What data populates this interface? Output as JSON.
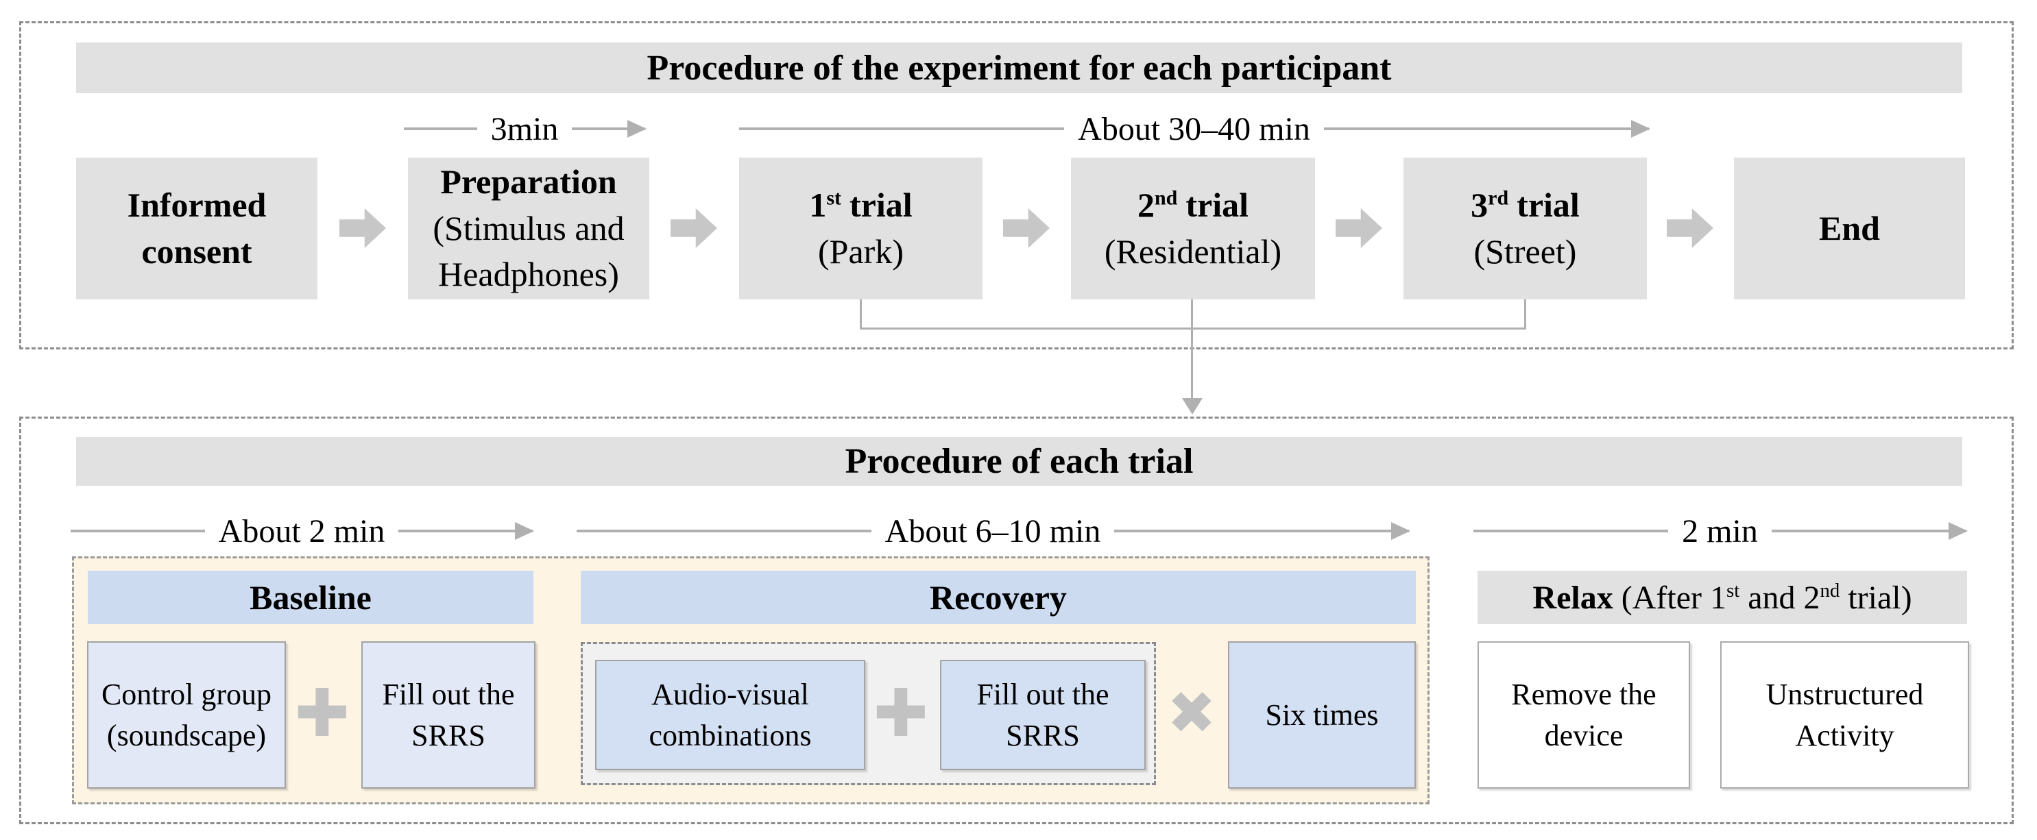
{
  "colors": {
    "gray_fill": "#E1E1E1",
    "blue_header": "#CDDBF0",
    "blue_box_light": "#E2E8F6",
    "blue_box": "#D3DFF2",
    "beige_fill": "#FDF4E3",
    "inner_gray_fill": "#F1F1F1",
    "arrow_gray": "#C7C7C7",
    "operator_gray": "#C2C2C2",
    "line_gray": "#B0B0B0",
    "border_gray": "#A3A3A3",
    "dash_gray": "#8C8C8C",
    "text": "#000000"
  },
  "experiment": {
    "title": "Procedure of the experiment for each participant",
    "timing": [
      {
        "label": "3min"
      },
      {
        "label": "About 30–40 min"
      }
    ],
    "steps": [
      {
        "title": "Informed\nconsent"
      },
      {
        "title": "Preparation",
        "subtitle": "(Stimulus and\nHeadphones)"
      },
      {
        "num": "1",
        "ord": "st",
        "word": "trial",
        "subtitle": "(Park)"
      },
      {
        "num": "2",
        "ord": "nd",
        "word": "trial",
        "subtitle": "(Residential)"
      },
      {
        "num": "3",
        "ord": "rd",
        "word": "trial",
        "subtitle": "(Street)"
      },
      {
        "title": "End"
      }
    ]
  },
  "trial": {
    "title": "Procedure of each trial",
    "timing": [
      {
        "label": "About 2 min"
      },
      {
        "label": "About 6–10 min"
      },
      {
        "label": "2 min"
      }
    ],
    "baseline": {
      "header": "Baseline",
      "box1": "Control group\n(soundscape)",
      "operator_plus": "✚",
      "box2": "Fill out the\nSRRS"
    },
    "recovery": {
      "header": "Recovery",
      "box1": "Audio-visual\ncombinations",
      "operator_plus": "✚",
      "box2": "Fill out the\nSRRS",
      "operator_times": "✖",
      "box3": "Six times"
    },
    "relax": {
      "bold": "Relax",
      "pre": " (After 1",
      "sup1": "st",
      "mid": " and 2",
      "sup2": "nd",
      "post": " trial)",
      "box1": "Remove the\ndevice",
      "box2": "Unstructured\nActivity"
    }
  }
}
